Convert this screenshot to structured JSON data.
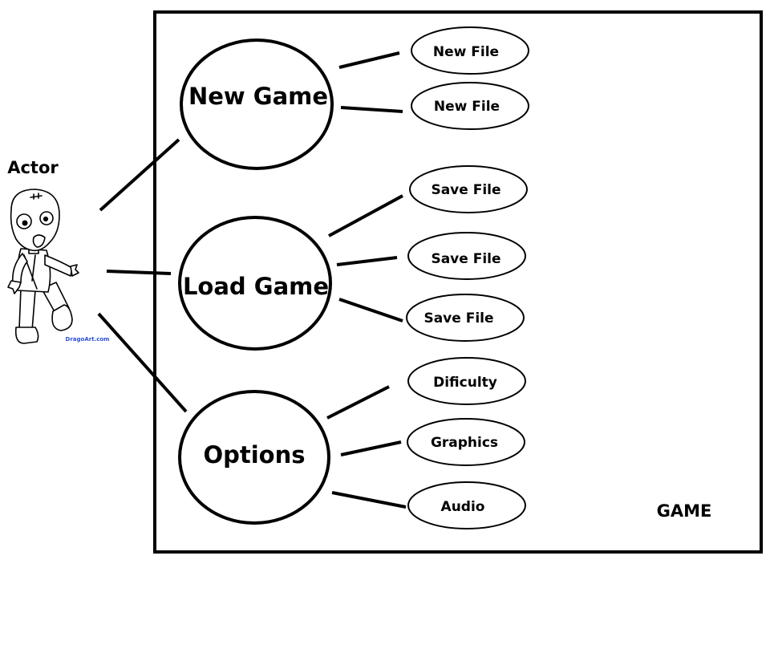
{
  "actor": {
    "label": "Actor",
    "icon": "cartoon-zombie-figure",
    "watermark": "DragoArt.com"
  },
  "system": {
    "label": "GAME"
  },
  "use_cases": [
    {
      "label": "New Game",
      "children": [
        {
          "label": "New File"
        },
        {
          "label": "New File"
        }
      ]
    },
    {
      "label": "Load Game",
      "children": [
        {
          "label": "Save File"
        },
        {
          "label": "Save File"
        },
        {
          "label": "Save File"
        }
      ]
    },
    {
      "label": "Options",
      "children": [
        {
          "label": "Dificulty"
        },
        {
          "label": "Graphics"
        },
        {
          "label": "Audio"
        }
      ]
    }
  ],
  "colors": {
    "stroke": "#000000",
    "background": "#ffffff",
    "watermark": "#2b4fd6"
  }
}
